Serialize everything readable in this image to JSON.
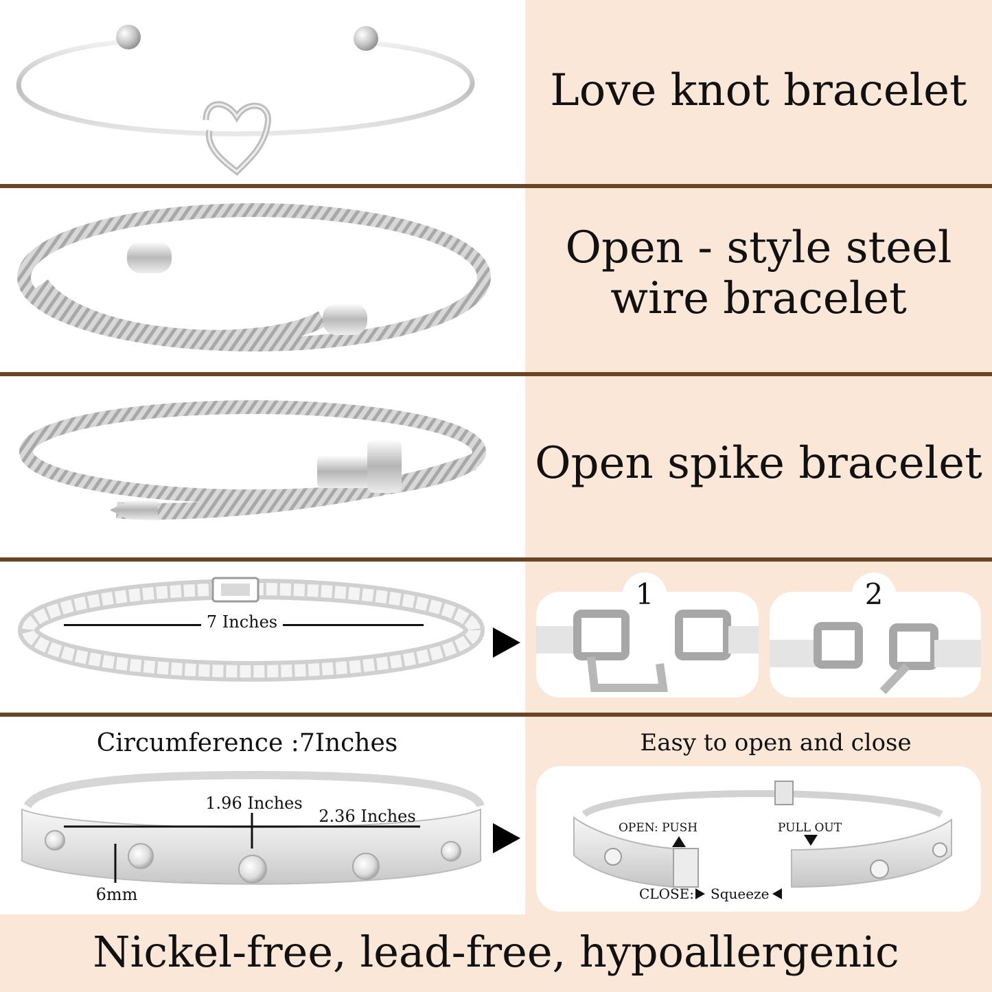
{
  "rows": [
    {
      "title": "Love knot bracelet"
    },
    {
      "title": "Open - style steel wire bracelet"
    },
    {
      "title": "Open spike bracelet"
    }
  ],
  "tennis": {
    "length_label": "7 Inches",
    "step1": "1",
    "step2": "2"
  },
  "bangle": {
    "circumference_label": "Circumference :7Inches",
    "width_label": "1.96 Inches",
    "length_label": "2.36 Inches",
    "thickness_label": "6mm",
    "easy_label": "Easy to open and close",
    "open_label": "OPEN: PUSH",
    "pull_label": "PULL OUT",
    "close_label": "CLOSE:",
    "squeeze_label": "Squeeze"
  },
  "footer": {
    "text": "Nickel-free, lead-free, hypoallergenic"
  },
  "colors": {
    "panel": "#fbe7d8",
    "divider": "#6b4423",
    "metal": "#c9c9c9"
  }
}
